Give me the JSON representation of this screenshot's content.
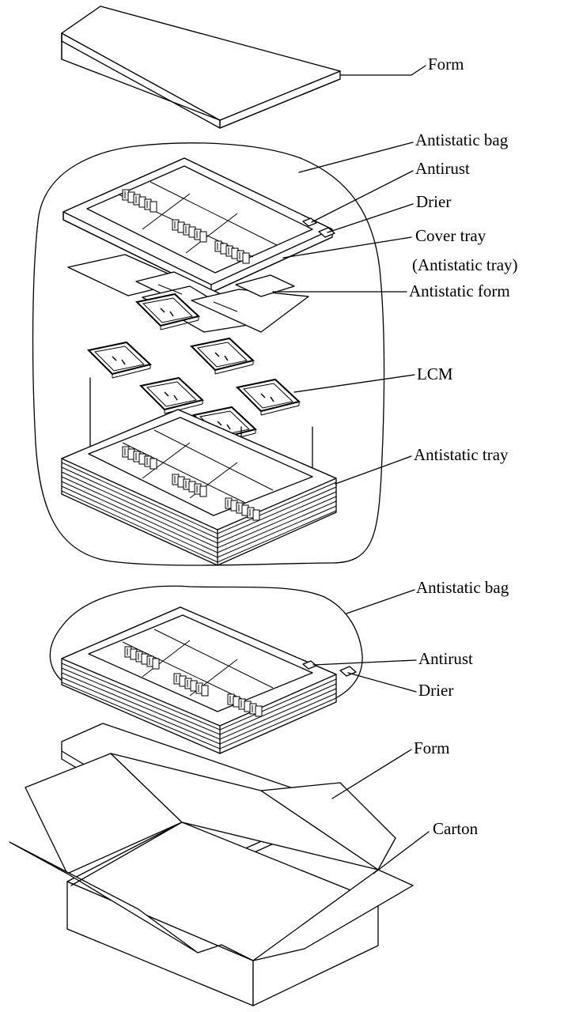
{
  "labels": {
    "form_top": "Form",
    "bag_top": "Antistatic bag",
    "antirust_top": "Antirust",
    "drier_top": "Drier",
    "cover_tray": "Cover tray",
    "cover_tray_note": "(Antistatic tray)",
    "antistatic_form": "Antistatic form",
    "lcm": "LCM",
    "antistatic_tray": "Antistatic tray",
    "bag_bottom": "Antistatic bag",
    "antirust_bottom": "Antirust",
    "drier_bottom": "Drier",
    "form_bottom": "Form",
    "carton": "Carton"
  }
}
